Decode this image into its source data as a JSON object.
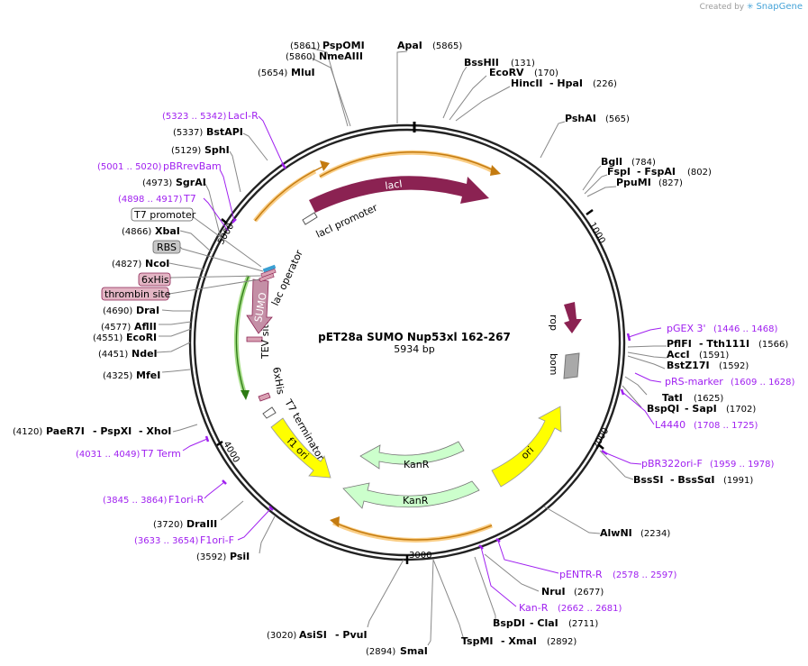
{
  "credit": {
    "prefix": "Created by",
    "brand": "SnapGene"
  },
  "plasmid": {
    "name": "pET28a SUMO Nup53xl 162-267",
    "size": "5934 bp"
  },
  "ticks": [
    "1000",
    "2000",
    "3000",
    "4000",
    "5000"
  ],
  "features": {
    "lacI": "lacI",
    "lacI_promoter": "lacI promoter",
    "rop": "rop",
    "bom": "bom",
    "ori": "ori",
    "kanr1": "KanR",
    "kanr2": "KanR",
    "f1ori": "f1 ori",
    "t7_terminator": "T7 terminator",
    "his6b": "6xHis",
    "tev": "TEV site",
    "sumo": "SUMO",
    "lac_operator": "lac operator"
  },
  "boxed_labels": {
    "t7_promoter": "T7 promoter",
    "rbs": "RBS",
    "his6": "6xHis",
    "thrombin": "thrombin site"
  },
  "enzymes": [
    {
      "id": "psp",
      "pos": "(5861)",
      "name": "PspOMI"
    },
    {
      "id": "nme",
      "pos": "(5860)",
      "name": "NmeAIII"
    },
    {
      "id": "mlu",
      "pos": "(5654)",
      "name": "MluI"
    },
    {
      "id": "apa",
      "pos": "(5865)",
      "name": "ApaI"
    },
    {
      "id": "bsshii",
      "pos": "(131)",
      "name": "BssHII"
    },
    {
      "id": "ecorv",
      "pos": "(170)",
      "name": "EcoRV"
    },
    {
      "id": "hincii",
      "pos": "(226)",
      "name": "HincII",
      "name2": "HpaI"
    },
    {
      "id": "psh",
      "pos": "(565)",
      "name": "PshAI"
    },
    {
      "id": "bgl",
      "pos": "(784)",
      "name": "BglI"
    },
    {
      "id": "fsp",
      "pos": "(802)",
      "name": "FspI",
      "name2": "FspAI"
    },
    {
      "id": "ppu",
      "pos": "(827)",
      "name": "PpuMI"
    },
    {
      "id": "pfl",
      "pos": "(1566)",
      "name": "PflFI",
      "name2": "Tth111I"
    },
    {
      "id": "acc",
      "pos": "(1591)",
      "name": "AccI"
    },
    {
      "id": "bstz",
      "pos": "(1592)",
      "name": "BstZ17I"
    },
    {
      "id": "tat",
      "pos": "(1625)",
      "name": "TatI"
    },
    {
      "id": "bspq",
      "pos": "(1702)",
      "name": "BspQI",
      "name2": "SapI"
    },
    {
      "id": "bsssi",
      "pos": "(1991)",
      "name": "BssSI",
      "name2": "BssSαI"
    },
    {
      "id": "alwn",
      "pos": "(2234)",
      "name": "AlwNI"
    },
    {
      "id": "nru",
      "pos": "(2677)",
      "name": "NruI"
    },
    {
      "id": "bspd",
      "pos": "(2711)",
      "name": "BspDI",
      "name2": "ClaI"
    },
    {
      "id": "tsp",
      "pos": "(2892)",
      "name": "TspMI",
      "name2": "XmaI"
    },
    {
      "id": "sma",
      "pos": "(2894)",
      "name": "SmaI"
    },
    {
      "id": "asi",
      "pos": "(3020)",
      "name": "AsiSI",
      "name2": "PvuI"
    },
    {
      "id": "psi",
      "pos": "(3592)",
      "name": "PsiI"
    },
    {
      "id": "dra3",
      "pos": "(3720)",
      "name": "DraIII"
    },
    {
      "id": "pae",
      "pos": "(4120)",
      "name": "PaeR7I",
      "name2": "PspXI",
      "name3": "XhoI"
    },
    {
      "id": "mfe",
      "pos": "(4325)",
      "name": "MfeI"
    },
    {
      "id": "nde",
      "pos": "(4451)",
      "name": "NdeI"
    },
    {
      "id": "ecori",
      "pos": "(4551)",
      "name": "EcoRI"
    },
    {
      "id": "afl",
      "pos": "(4577)",
      "name": "AflII"
    },
    {
      "id": "dra1",
      "pos": "(4690)",
      "name": "DraI"
    },
    {
      "id": "nco",
      "pos": "(4827)",
      "name": "NcoI"
    },
    {
      "id": "xba",
      "pos": "(4866)",
      "name": "XbaI"
    },
    {
      "id": "sgr",
      "pos": "(4973)",
      "name": "SgrAI"
    },
    {
      "id": "sph",
      "pos": "(5129)",
      "name": "SphI"
    },
    {
      "id": "bstapi",
      "pos": "(5337)",
      "name": "BstAPI"
    }
  ],
  "primers": [
    {
      "id": "laci_r",
      "pos": "(5323 .. 5342)",
      "name": "LacI-R"
    },
    {
      "id": "pbrrev",
      "pos": "(5001 .. 5020)",
      "name": "pBRrevBam"
    },
    {
      "id": "t7",
      "pos": "(4898 .. 4917)",
      "name": "T7"
    },
    {
      "id": "pgex",
      "pos": "(1446 .. 1468)",
      "name": "pGEX 3'"
    },
    {
      "id": "prs",
      "pos": "(1609 .. 1628)",
      "name": "pRS-marker"
    },
    {
      "id": "l4440",
      "pos": "(1708 .. 1725)",
      "name": "L4440"
    },
    {
      "id": "pbr322",
      "pos": "(1959 .. 1978)",
      "name": "pBR322ori-F"
    },
    {
      "id": "pentr",
      "pos": "(2578 .. 2597)",
      "name": "pENTR-R"
    },
    {
      "id": "kanr_p",
      "pos": "(2662 .. 2681)",
      "name": "Kan-R"
    },
    {
      "id": "t7term",
      "pos": "(4031 .. 4049)",
      "name": "T7 Term"
    },
    {
      "id": "f1ori_r",
      "pos": "(3845 .. 3864)",
      "name": "F1ori-R"
    },
    {
      "id": "f1ori_f",
      "pos": "(3633 .. 3654)",
      "name": "F1ori-F"
    }
  ],
  "colors": {
    "lacI": "#8b2252",
    "rop": "#8b2252",
    "bom": "#a9a9a9",
    "ori": "#ffff00",
    "kanR": "#ccffcc",
    "f1ori": "#ffff00",
    "primer": "#a020f0",
    "outer_arc": "#f5a623",
    "green_arc": "#6ac639"
  }
}
